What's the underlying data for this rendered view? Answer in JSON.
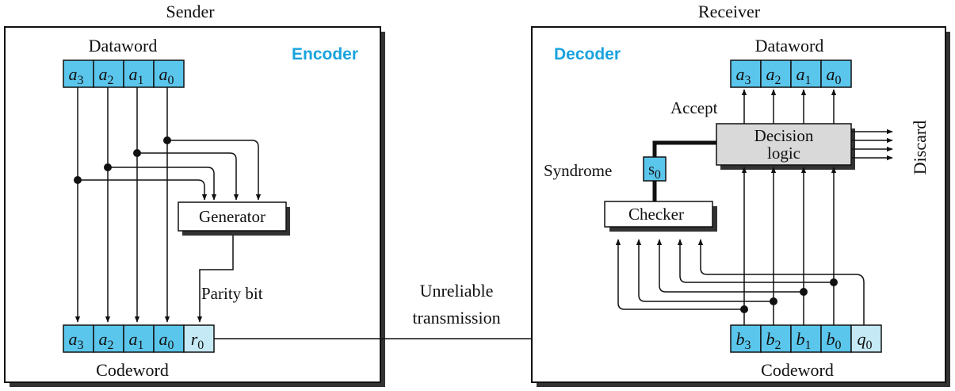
{
  "sender": {
    "title": "Sender",
    "encoder_label": "Encoder",
    "dataword_label": "Dataword",
    "dataword_bits": [
      {
        "letter": "a",
        "index": "3"
      },
      {
        "letter": "a",
        "index": "2"
      },
      {
        "letter": "a",
        "index": "1"
      },
      {
        "letter": "a",
        "index": "0"
      }
    ],
    "generator_label": "Generator",
    "parity_label": "Parity bit",
    "codeword_label": "Codeword",
    "codeword_bits": [
      {
        "letter": "a",
        "index": "3"
      },
      {
        "letter": "a",
        "index": "2"
      },
      {
        "letter": "a",
        "index": "1"
      },
      {
        "letter": "a",
        "index": "0"
      },
      {
        "letter": "r",
        "index": "0"
      }
    ]
  },
  "channel": {
    "line1": "Unreliable",
    "line2": "transmission"
  },
  "receiver": {
    "title": "Receiver",
    "decoder_label": "Decoder",
    "dataword_label": "Dataword",
    "dataword_bits": [
      {
        "letter": "a",
        "index": "3"
      },
      {
        "letter": "a",
        "index": "2"
      },
      {
        "letter": "a",
        "index": "1"
      },
      {
        "letter": "a",
        "index": "0"
      }
    ],
    "accept_label": "Accept",
    "decision_line1": "Decision",
    "decision_line2": "logic",
    "discard_label": "Discard",
    "syndrome_label": "Syndrome",
    "syndrome_bit": {
      "letter": "s",
      "index": "0"
    },
    "checker_label": "Checker",
    "codeword_label": "Codeword",
    "codeword_bits": [
      {
        "letter": "b",
        "index": "3"
      },
      {
        "letter": "b",
        "index": "2"
      },
      {
        "letter": "b",
        "index": "1"
      },
      {
        "letter": "b",
        "index": "0"
      },
      {
        "letter": "q",
        "index": "0"
      }
    ]
  },
  "colors": {
    "cell_fill": "#5bc6ec",
    "parity_cell_fill": "#c6e9f6",
    "accent_text": "#1aa3de",
    "decision_fill": "#d9d9d9"
  }
}
